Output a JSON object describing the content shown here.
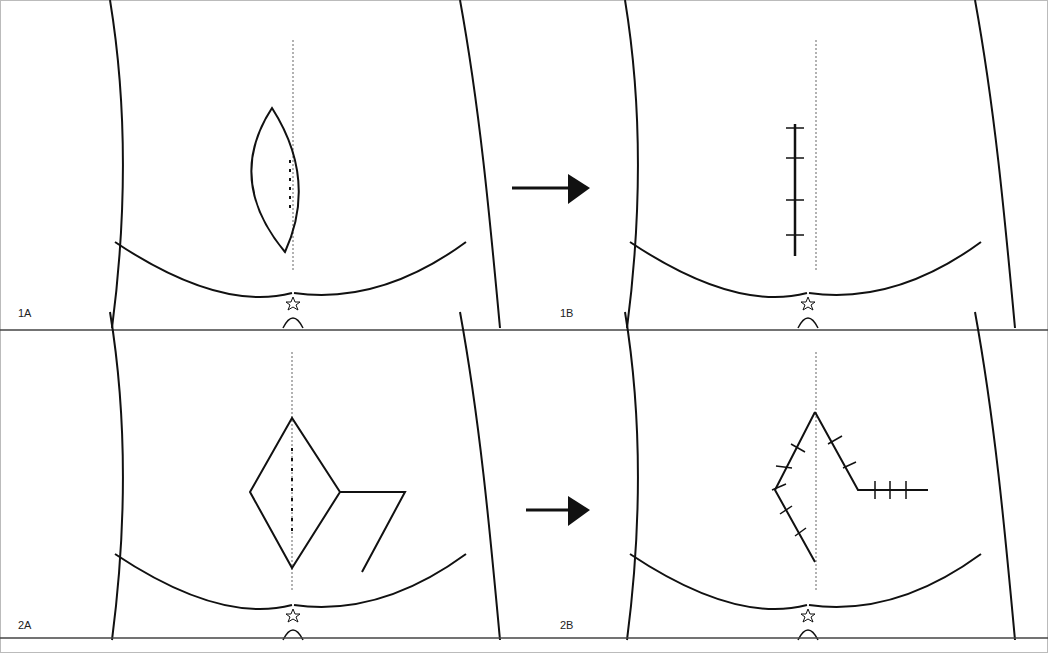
{
  "diagram": {
    "labels": [
      "1A",
      "1B",
      "2A",
      "2B"
    ]
  }
}
